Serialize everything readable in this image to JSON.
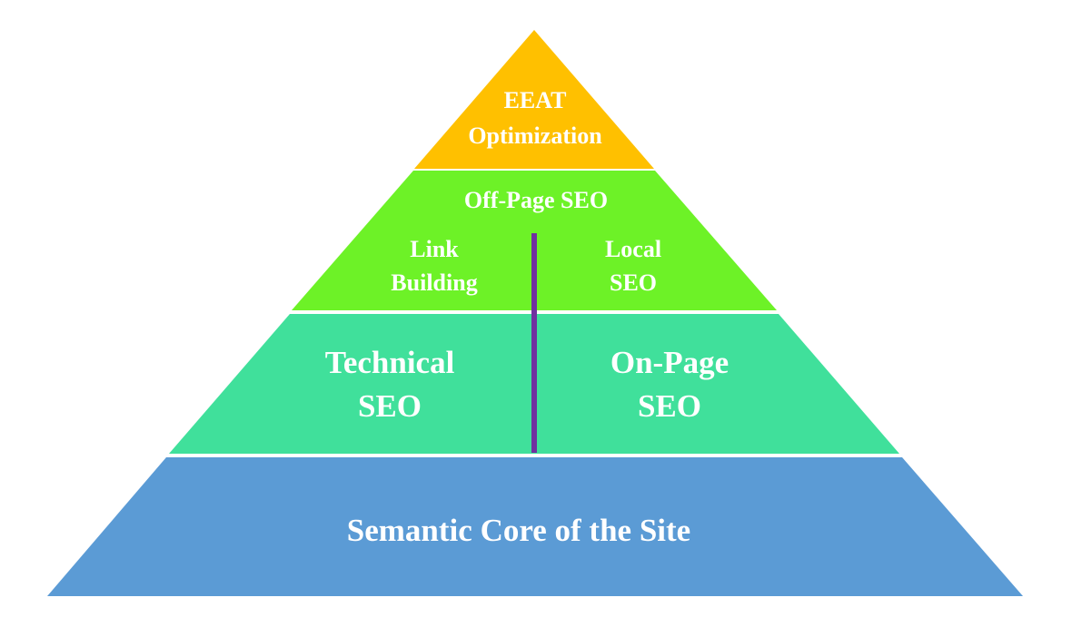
{
  "colors": {
    "top": "#FFC000",
    "second": "#6DF227",
    "third": "#40E09B",
    "base": "#5B9BD5",
    "divider": "#7030A0",
    "text": "#FFFFFF"
  },
  "pyramid": {
    "top": {
      "line1": "EEAT",
      "line2": "Optimization"
    },
    "second": {
      "title": "Off-Page SEO",
      "left": {
        "line1": "Link",
        "line2": "Building"
      },
      "right": {
        "line1": "Local",
        "line2": "SEO"
      }
    },
    "third": {
      "left": {
        "line1": "Technical",
        "line2": "SEO"
      },
      "right": {
        "line1": "On-Page",
        "line2": "SEO"
      }
    },
    "base": {
      "label": "Semantic Core of the Site"
    }
  }
}
